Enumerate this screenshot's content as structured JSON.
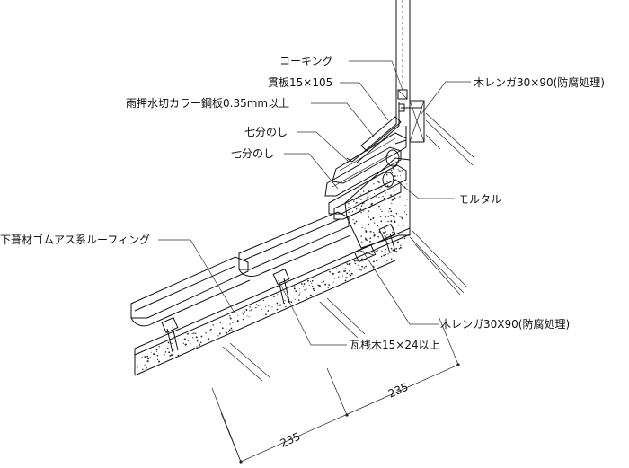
{
  "labels": {
    "caulking": "コーキング",
    "nuki_board": "貫板15×105",
    "flashing": "雨押水切カラー鋼板0.35mm以上",
    "shichibu_noshi_1": "七分のし",
    "shichibu_noshi_2": "七分のし",
    "mortar": "モルタル",
    "wood_block_top": "木レンガ30×90(防腐処理)",
    "underlay": "下葺材ゴムアス系ルーフィング",
    "wood_block_bottom": "木レンガ30X90(防腐処理)",
    "batten": "瓦桟木15×24以上"
  },
  "dimensions": {
    "dim_left": "235",
    "dim_right": "235"
  }
}
